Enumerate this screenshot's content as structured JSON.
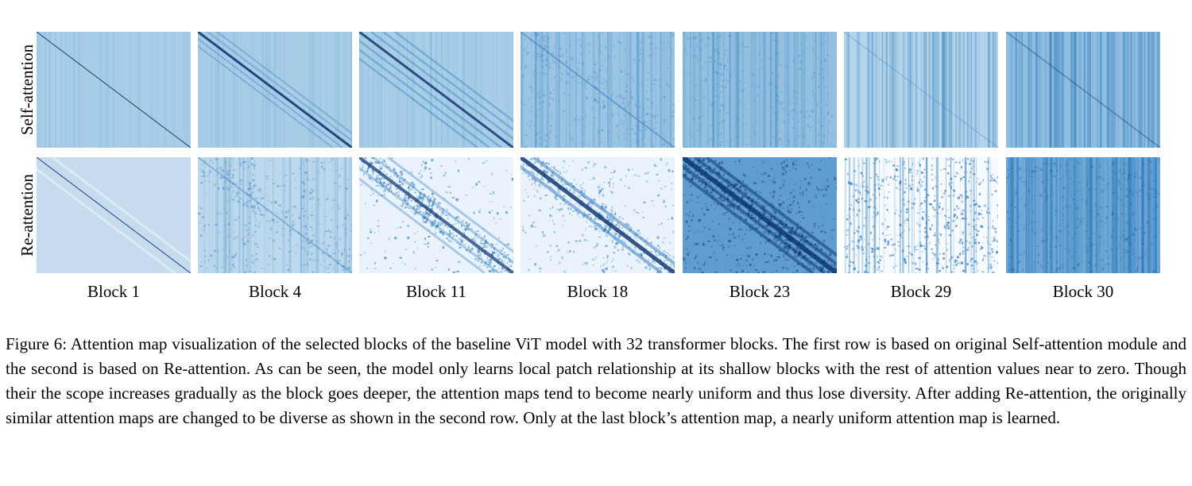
{
  "figure": {
    "row_labels": [
      "Self-attention",
      "Re-attention"
    ],
    "blocks": [
      "Block 1",
      "Block 4",
      "Block 11",
      "Block 18",
      "Block 23",
      "Block 29",
      "Block 30"
    ],
    "colors": {
      "self_attention_base": "#a8cde6",
      "re_attention_base": "#c6dcee",
      "dark": "#08306b",
      "mid": "#2f7cbc",
      "light_bg": "#eaf3fb"
    }
  },
  "caption": {
    "lines": [
      "Figure 6: Attention map visualization of the selected blocks of the baseline ViT model with 32 transformer blocks. The first row is based",
      "on original Self-attention module and the second is based on Re-attention. As can be seen, the model only learns local patch relationship",
      "at its shallow blocks with the rest of attention values near to zero. Though their the scope increases gradually as the block goes deeper, the",
      "attention maps tend to become nearly uniform and thus lose diversity. After adding Re-attention, the originally similar attention maps are",
      "changed to be diverse as shown in the second row. Only at the last block’s attention map, a nearly uniform attention map is learned."
    ]
  }
}
